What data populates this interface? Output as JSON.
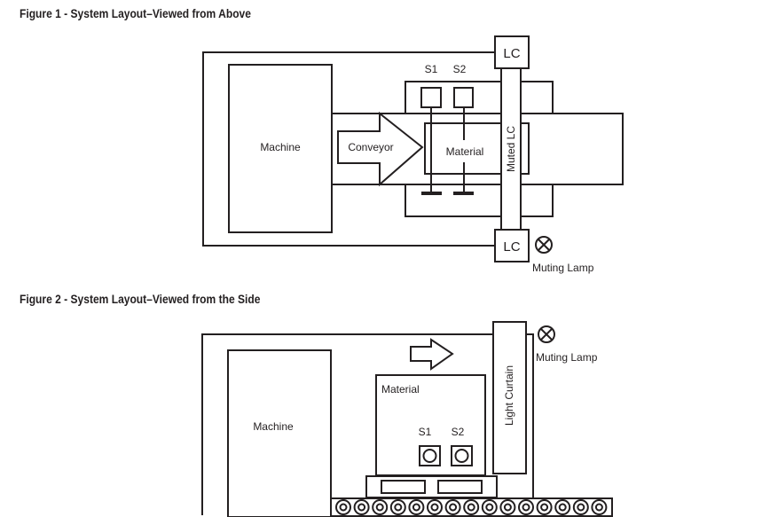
{
  "figure1": {
    "title": "Figure 1 - System Layout–Viewed from Above",
    "machine": "Machine",
    "conveyor": "Conveyor",
    "material": "Material",
    "s1": "S1",
    "s2": "S2",
    "lc_top": "LC",
    "lc_bottom": "LC",
    "muted_lc": "Muted LC",
    "muting_lamp": "Muting Lamp"
  },
  "figure2": {
    "title": "Figure 2 - System Layout–Viewed from the Side",
    "machine": "Machine",
    "material": "Material",
    "s1": "S1",
    "s2": "S2",
    "light_curtain": "Light Curtain",
    "muting_lamp": "Muting Lamp"
  }
}
